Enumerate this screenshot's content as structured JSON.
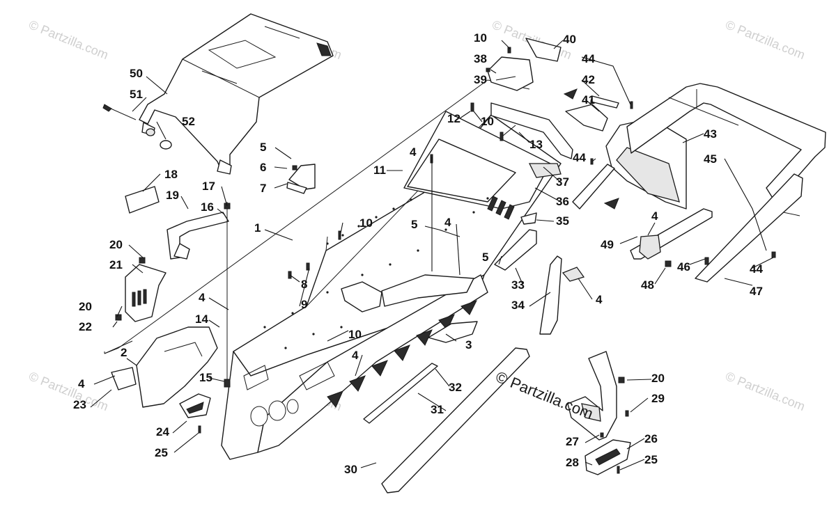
{
  "watermarks": {
    "light": "© Partzilla.com",
    "center": "© Partzilla.com"
  },
  "callouts": [
    "1",
    "2",
    "3",
    "4",
    "4",
    "4",
    "4",
    "4",
    "4",
    "4",
    "5",
    "5",
    "5",
    "6",
    "7",
    "8",
    "9",
    "10",
    "10",
    "10",
    "10",
    "11",
    "12",
    "13",
    "14",
    "15",
    "16",
    "17",
    "18",
    "19",
    "20",
    "20",
    "20",
    "21",
    "22",
    "23",
    "24",
    "25",
    "25",
    "26",
    "27",
    "28",
    "29",
    "30",
    "31",
    "32",
    "33",
    "34",
    "35",
    "36",
    "37",
    "38",
    "39",
    "40",
    "41",
    "42",
    "43",
    "44",
    "44",
    "44",
    "45",
    "46",
    "47",
    "48",
    "49",
    "50",
    "51",
    "52"
  ],
  "colors": {
    "line": "#1a1a1a",
    "fill": "#ffffff",
    "shade": "#e6e6e6",
    "watermark": "#cfcfcf"
  }
}
